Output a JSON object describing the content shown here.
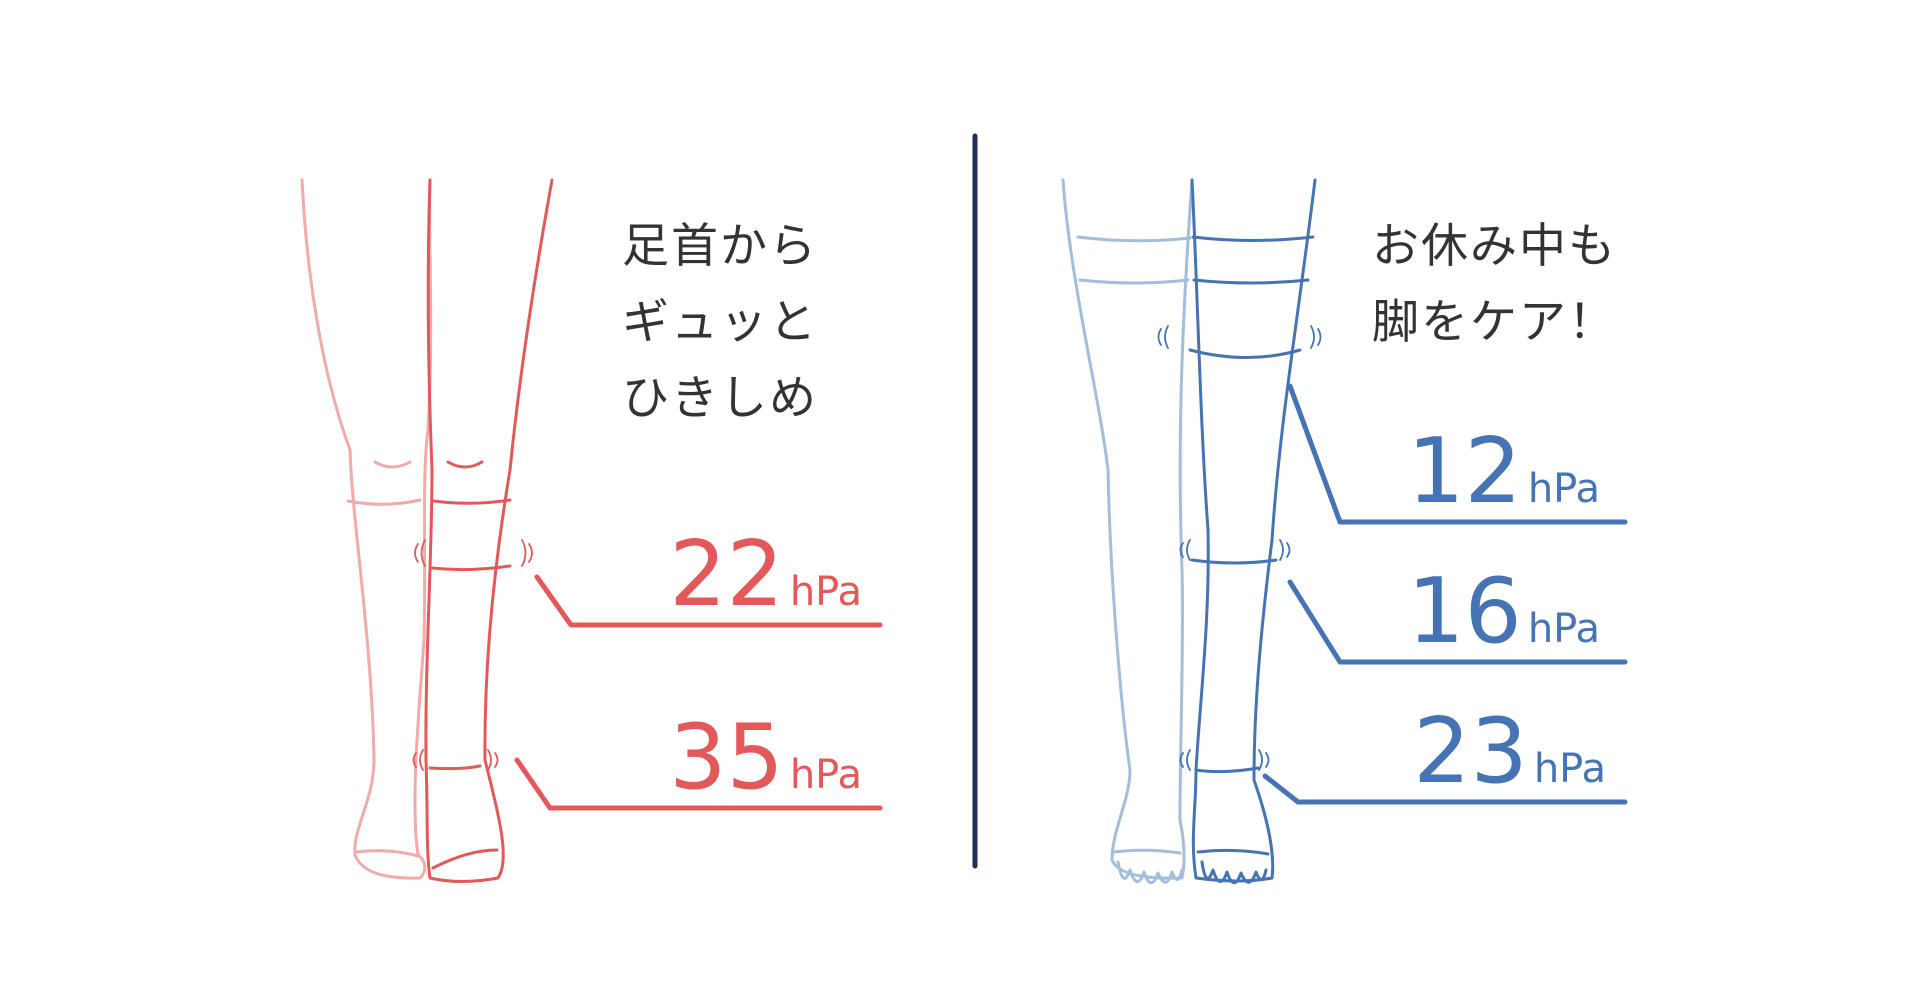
{
  "colors": {
    "red": "#E3595A",
    "red_light": "#F2AAAA",
    "blue": "#4673B4",
    "blue_light": "#A3BDDB",
    "divider": "#1F2D5C",
    "text": "#333333"
  },
  "left": {
    "caption_lines": [
      "足首から",
      "ギュッと",
      "ひきしめ"
    ],
    "pressures": [
      {
        "value": "22",
        "unit": "hPa"
      },
      {
        "value": "35",
        "unit": "hPa"
      }
    ]
  },
  "right": {
    "caption_lines": [
      "お休み中も",
      "脚をケア！"
    ],
    "pressures": [
      {
        "value": "12",
        "unit": "hPa"
      },
      {
        "value": "16",
        "unit": "hPa"
      },
      {
        "value": "23",
        "unit": "hPa"
      }
    ]
  }
}
